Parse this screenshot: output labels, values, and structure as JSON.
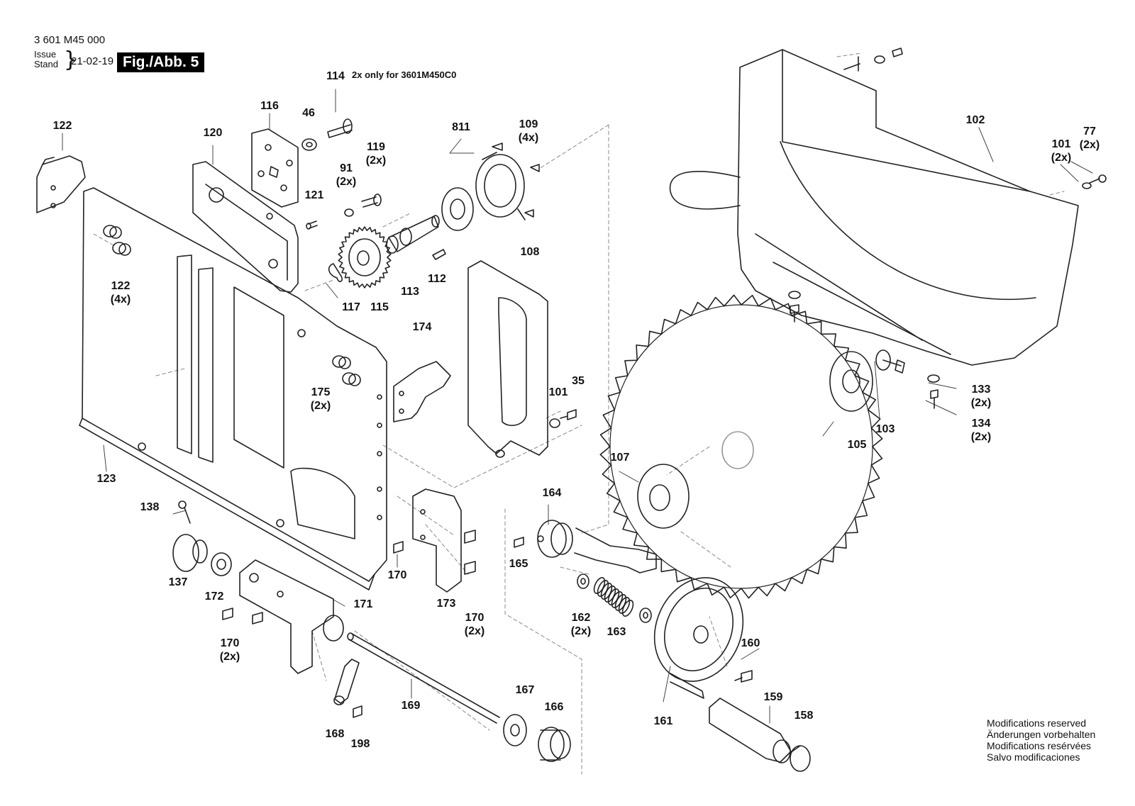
{
  "header": {
    "part_code": "3 601 M45 000",
    "issue_label": "Issue",
    "stand_label": "Stand",
    "date": "21-02-19",
    "figure_label": "Fig./Abb. 5"
  },
  "note_114": "2x only for 3601M450C0",
  "modifications": [
    "Modifications reserved",
    "Änderungen vorbehalten",
    "Modifications resérvées",
    "Salvo modificaciones"
  ],
  "labels": {
    "l114": "114",
    "l116": "116",
    "l46": "46",
    "l122a": "122",
    "l120": "120",
    "l91": "91",
    "l91q": "(2x)",
    "l119": "119",
    "l119q": "(2x)",
    "l121": "121",
    "l811": "811",
    "l109": "109",
    "l109q": "(4x)",
    "l102": "102",
    "l77": "77",
    "l77q": "(2x)",
    "l101a": "101",
    "l101aq": "(2x)",
    "l122b": "122",
    "l122bq": "(4x)",
    "l117": "117",
    "l115": "115",
    "l113": "113",
    "l112": "112",
    "l108": "108",
    "l174": "174",
    "l175": "175",
    "l175q": "(2x)",
    "l101b": "101",
    "l35": "35",
    "l133": "133",
    "l133q": "(2x)",
    "l134": "134",
    "l134q": "(2x)",
    "l103": "103",
    "l105": "105",
    "l107": "107",
    "l123": "123",
    "l164": "164",
    "l138": "138",
    "l137": "137",
    "l172": "172",
    "l170a": "170",
    "l165": "165",
    "l171": "171",
    "l173": "173",
    "l170b": "170",
    "l170bq": "(2x)",
    "l162": "162",
    "l162q": "(2x)",
    "l163": "163",
    "l170c": "170",
    "l170cq": "(2x)",
    "l160": "160",
    "l169": "169",
    "l167": "167",
    "l166": "166",
    "l159": "159",
    "l158": "158",
    "l161": "161",
    "l168": "168",
    "l198": "198"
  }
}
